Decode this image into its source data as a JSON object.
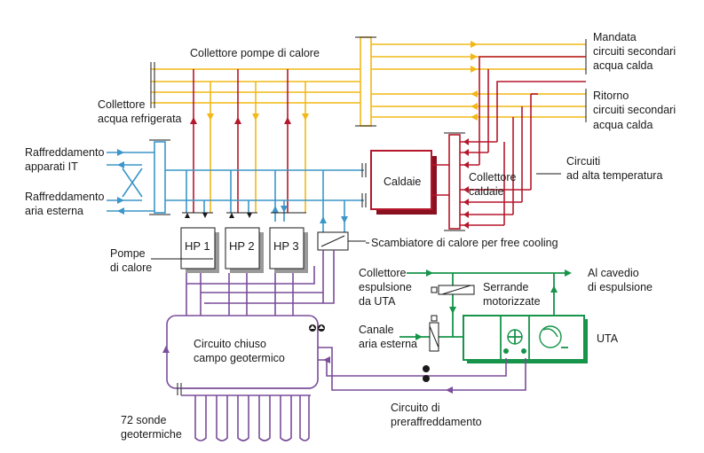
{
  "labels": {
    "collettore_pompe": "Collettore pompe di calore",
    "collettore_acqua_1": "Collettore",
    "collettore_acqua_2": "acqua refrigerata",
    "raff_it_1": "Raffreddamento",
    "raff_it_2": "apparati IT",
    "raff_aria_1": "Raffreddamento",
    "raff_aria_2": "aria esterna",
    "mandata_1": "Mandata",
    "mandata_2": "circuiti secondari",
    "mandata_3": "acqua calda",
    "ritorno_1": "Ritorno",
    "ritorno_2": "circuiti secondari",
    "ritorno_3": "acqua calda",
    "caldaie": "Caldaie",
    "collettore_caldaie_1": "Collettore",
    "collettore_caldaie_2": "caldaie",
    "circuiti_alta_1": "Circuiti",
    "circuiti_alta_2": "ad alta temperatura",
    "hp1": "HP 1",
    "hp2": "HP 2",
    "hp3": "HP 3",
    "scambiatore": "Scambiatore di calore per free cooling",
    "pompe_1": "Pompe",
    "pompe_2": "di calore",
    "collettore_espulsione_1": "Collettore",
    "collettore_espulsione_2": "espulsione",
    "collettore_espulsione_3": "da UTA",
    "cavedio_1": "Al cavedio",
    "cavedio_2": "di espulsione",
    "serrande_1": "Serrande",
    "serrande_2": "motorizzate",
    "canale_1": "Canale",
    "canale_2": "aria esterna",
    "uta": "UTA",
    "circuito_chiuso_1": "Circuito chiuso",
    "circuito_chiuso_2": "campo geotermico",
    "preraff_1": "Circuito di",
    "preraff_2": "preraffreddamento",
    "sonde_1": "72 sonde",
    "sonde_2": "geotermiche"
  },
  "colors": {
    "hot_supply": "#f2b817",
    "hot_return": "#b5172b",
    "chilled": "#3b96c9",
    "air": "#16944a",
    "geothermal": "#7a4d9a"
  }
}
